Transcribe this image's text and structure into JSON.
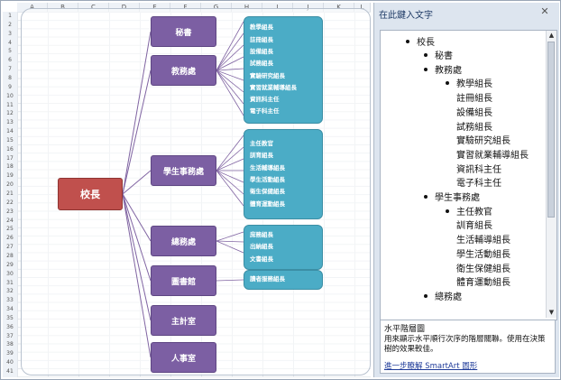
{
  "spreadsheet": {
    "columns": [
      "A",
      "B",
      "C",
      "D",
      "E",
      "F",
      "G",
      "H",
      "I",
      "J",
      "K",
      "L"
    ],
    "rows": [
      "1",
      "2",
      "3",
      "4",
      "5",
      "6",
      "7",
      "8",
      "9",
      "10",
      "11",
      "12",
      "13",
      "14",
      "15",
      "16",
      "17",
      "18",
      "19",
      "20",
      "21",
      "22",
      "23",
      "24",
      "25",
      "26",
      "27",
      "28",
      "29",
      "30",
      "31",
      "32",
      "33",
      "34",
      "35",
      "36",
      "37",
      "38",
      "39",
      "40",
      "41"
    ]
  },
  "org_chart": {
    "root": "校長",
    "level1": [
      "秘書",
      "教務處",
      "學生事務處",
      "總務處",
      "圖書館",
      "主計室",
      "人事室"
    ],
    "details": {
      "jiaowu": [
        "教學組長",
        "註冊組長",
        "設備組長",
        "試務組長",
        "實驗研究組長",
        "實習就業輔導組長",
        "資訊科主任",
        "電子科主任"
      ],
      "xuesheng": [
        "主任教官",
        "訓育組長",
        "生活輔導組長",
        "學生活動組長",
        "衛生保健組長",
        "體育運動組長"
      ],
      "zongwu": [
        "庶務組長",
        "出納組長",
        "文書組長"
      ],
      "library": [
        "讀者服務組長"
      ]
    }
  },
  "text_pane": {
    "title": "在此鍵入文字",
    "close_icon": "close-icon",
    "items": [
      {
        "text": "校長",
        "level": 0
      },
      {
        "text": "秘書",
        "level": 1
      },
      {
        "text": "教務處",
        "level": 1
      },
      {
        "text": "教學組長",
        "level": 2
      },
      {
        "text": "註冊組長",
        "level": 3
      },
      {
        "text": "設備組長",
        "level": 3
      },
      {
        "text": "試務組長",
        "level": 3
      },
      {
        "text": "實驗研究組長",
        "level": 3
      },
      {
        "text": "實習就業輔導組長",
        "level": 3
      },
      {
        "text": "資訊科主任",
        "level": 3
      },
      {
        "text": "電子科主任",
        "level": 3
      },
      {
        "text": "學生事務處",
        "level": 1
      },
      {
        "text": "主任教官",
        "level": 2
      },
      {
        "text": "訓育組長",
        "level": 3
      },
      {
        "text": "生活輔導組長",
        "level": 3
      },
      {
        "text": "學生活動組長",
        "level": 3
      },
      {
        "text": "衛生保健組長",
        "level": 3
      },
      {
        "text": "體育運動組長",
        "level": 3
      },
      {
        "text": "總務處",
        "level": 1
      }
    ],
    "description_title": "水平階層圖",
    "description_body": "用來顯示水平順行次序的階層關聯。使用在決策樹的效果較佳。",
    "learn_more": "進一步瞭解 SmartArt 圖形"
  },
  "colors": {
    "root": "#c0504d",
    "level1": "#7c5fa3",
    "level2": "#4bacc6",
    "connector": "#8064a2"
  }
}
